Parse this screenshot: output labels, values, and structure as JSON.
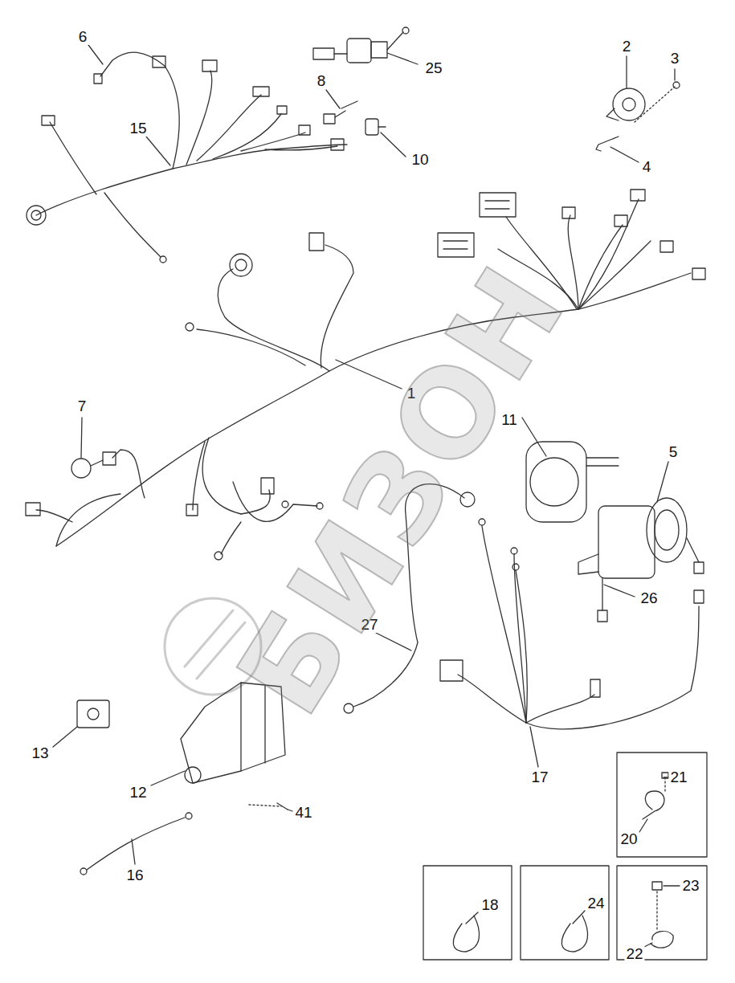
{
  "diagram": {
    "labels": [
      "6",
      "25",
      "8",
      "2",
      "3",
      "15",
      "10",
      "4",
      "1",
      "7",
      "11",
      "5",
      "26",
      "27",
      "17",
      "21",
      "20",
      "13",
      "12",
      "41",
      "16",
      "18",
      "24",
      "23",
      "22",
      "БИЗОН"
    ]
  }
}
